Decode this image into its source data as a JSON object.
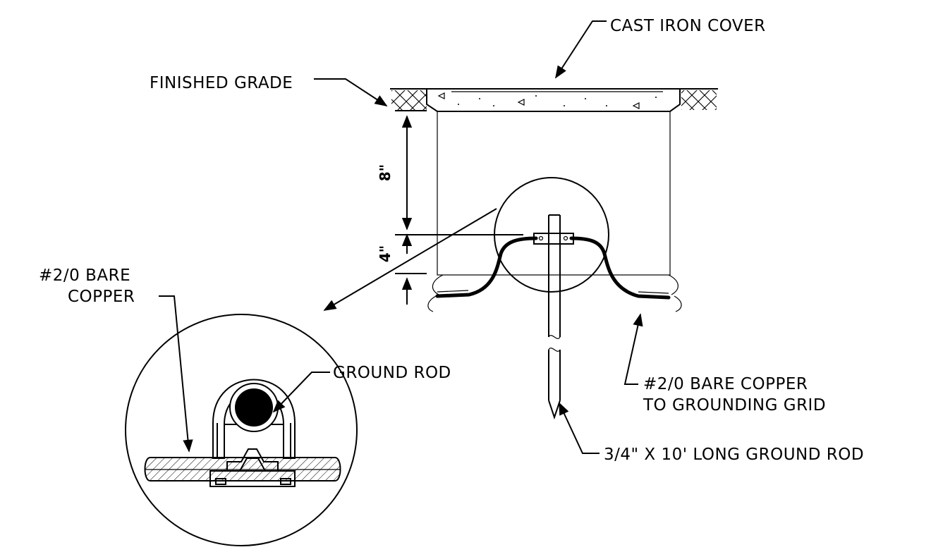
{
  "labels": {
    "cast_iron_cover": "CAST IRON COVER",
    "finished_grade": "FINISHED GRADE",
    "dim_8": "8\"",
    "dim_4": "4\"",
    "bare_copper_line1": "#2/0 BARE",
    "bare_copper_line2": "COPPER",
    "ground_rod": "GROUND ROD",
    "grid_copper_line1": "#2/0 BARE COPPER",
    "grid_copper_line2": "TO GROUNDING GRID",
    "long_ground_rod": "3/4\" X 10' LONG GROUND ROD"
  },
  "colors": {
    "ink": "#000000",
    "paper": "#ffffff"
  }
}
